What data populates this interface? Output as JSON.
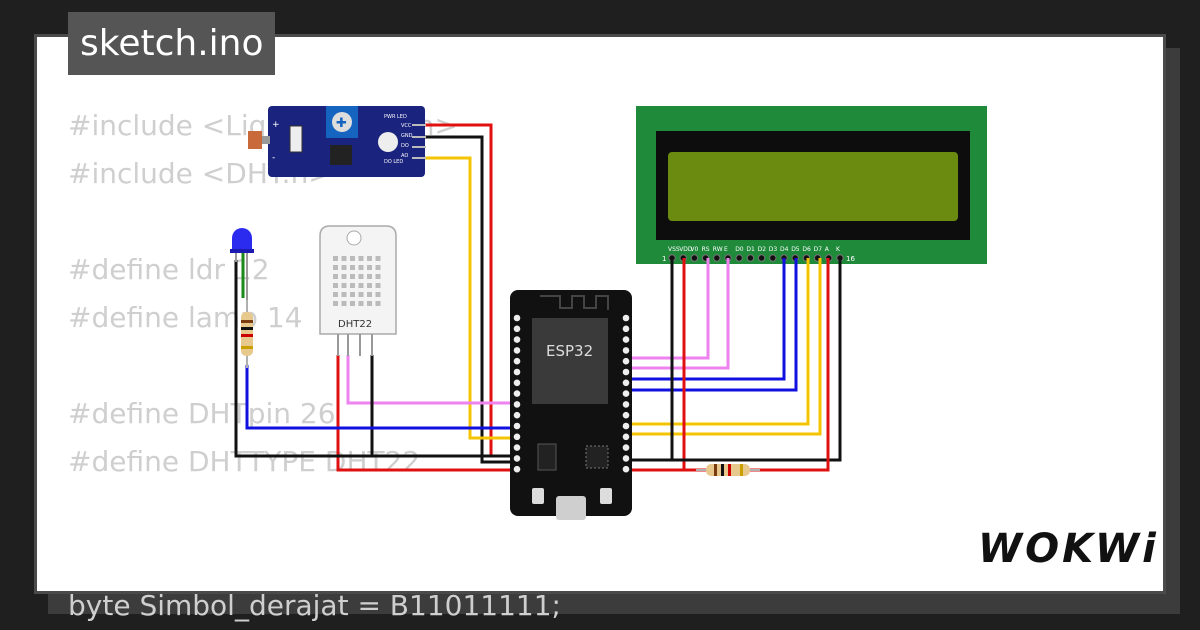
{
  "project": {
    "filename": "sketch.ino"
  },
  "code_lines": [
    "#include <LiquidCrystal.h>",
    "#include <DHT.h>",
    "",
    "#define ldr 12",
    "#define lamp 14",
    "",
    "#define DHTpin 26",
    "#define DHTTYPE DHT22",
    "",
    "",
    "byte Simbol_derajat = B11011111;"
  ],
  "components": {
    "esp32": {
      "label": "ESP32"
    },
    "dht": {
      "label": "DHT22"
    },
    "lcd": {
      "pins": [
        "VSS",
        "VDD",
        "V0",
        "RS",
        "RW",
        "E",
        "D0",
        "D1",
        "D2",
        "D3",
        "D4",
        "D5",
        "D6",
        "D7",
        "A",
        "K"
      ],
      "pin_first": "1",
      "pin_last": "16"
    },
    "ldr_module": {
      "labels": [
        "PWR LED",
        "VCC",
        "GND",
        "DO",
        "AO",
        "DO LED",
        "+",
        "-"
      ]
    }
  },
  "brand": {
    "logo_text": "WOKWi"
  },
  "colors": {
    "background": "#1f1f1f",
    "card": "#ffffff",
    "badge": "#555555",
    "code_text": "#cfcfcf",
    "wire_red": "#e01010",
    "wire_black": "#111111",
    "wire_yellow": "#f5c400",
    "wire_pink": "#ee82ee",
    "wire_blue": "#1010e0",
    "wire_green": "#1a8a1a",
    "lcd_board": "#1e8a3a",
    "lcd_screen": "#6a8a10",
    "esp32_board": "#111111",
    "ldr_board": "#1a237e"
  }
}
